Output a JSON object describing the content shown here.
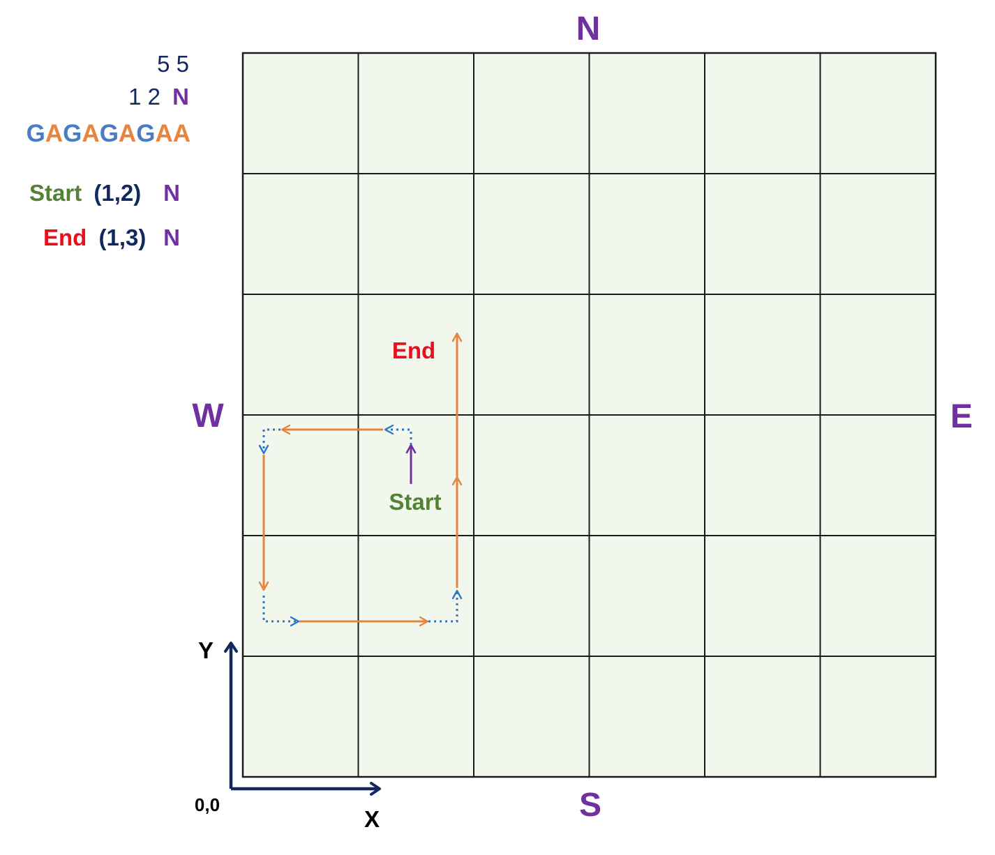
{
  "header": {
    "grid_size": "5 5",
    "start_line": {
      "coords": "1 2",
      "dir": "N"
    },
    "commands": [
      {
        "ch": "G",
        "color": "#4a7cc4"
      },
      {
        "ch": "A",
        "color": "#e8843e"
      },
      {
        "ch": "G",
        "color": "#4a7cc4"
      },
      {
        "ch": "A",
        "color": "#e8843e"
      },
      {
        "ch": "G",
        "color": "#4a7cc4"
      },
      {
        "ch": "A",
        "color": "#e8843e"
      },
      {
        "ch": "G",
        "color": "#4a7cc4"
      },
      {
        "ch": "A",
        "color": "#e8843e"
      },
      {
        "ch": "A",
        "color": "#e8843e"
      }
    ]
  },
  "summary": {
    "start": {
      "label": "Start",
      "coords": "(1,2)",
      "dir": "N"
    },
    "end": {
      "label": "End",
      "coords": "(1,3)",
      "dir": "N"
    }
  },
  "compass": {
    "north": "N",
    "south": "S",
    "east": "E",
    "west": "W"
  },
  "axes": {
    "x": "X",
    "y": "Y",
    "origin": "0,0"
  },
  "board": {
    "cols": 6,
    "rows": 6
  },
  "path": {
    "start_label": "Start",
    "end_label": "End"
  },
  "colors": {
    "grid_fill": "#f2f7ee",
    "grid_line": "#1a1a1a",
    "dark_blue": "#12285e",
    "purple": "#7030a0",
    "green": "#538135",
    "red": "#e8101c",
    "orange": "#e8843e",
    "blue": "#2e75c5",
    "black": "#000000"
  }
}
